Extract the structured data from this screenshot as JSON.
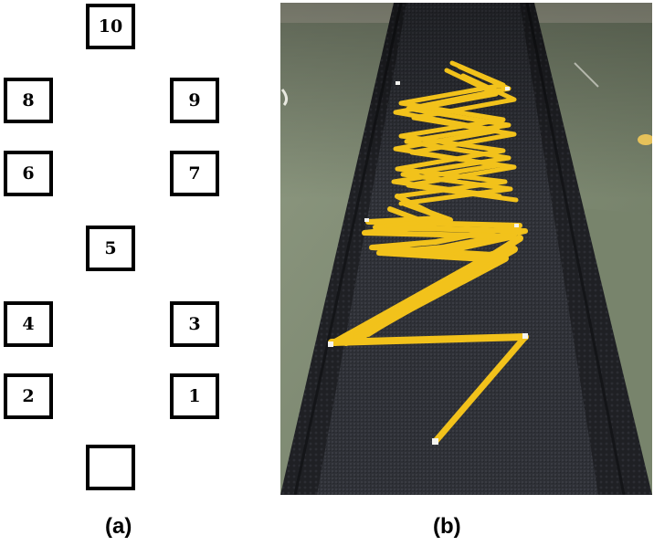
{
  "figure": {
    "panel_a": {
      "caption": "(a)",
      "boxes": [
        "10",
        "8",
        "9",
        "6",
        "7",
        "5",
        "4",
        "3",
        "2",
        "1",
        ""
      ]
    },
    "panel_b": {
      "caption": "(b)"
    }
  },
  "colors": {
    "tape": "#f2c21b",
    "mat": "#2b2d33",
    "floor": "#7f8b74",
    "border": "#000000"
  }
}
